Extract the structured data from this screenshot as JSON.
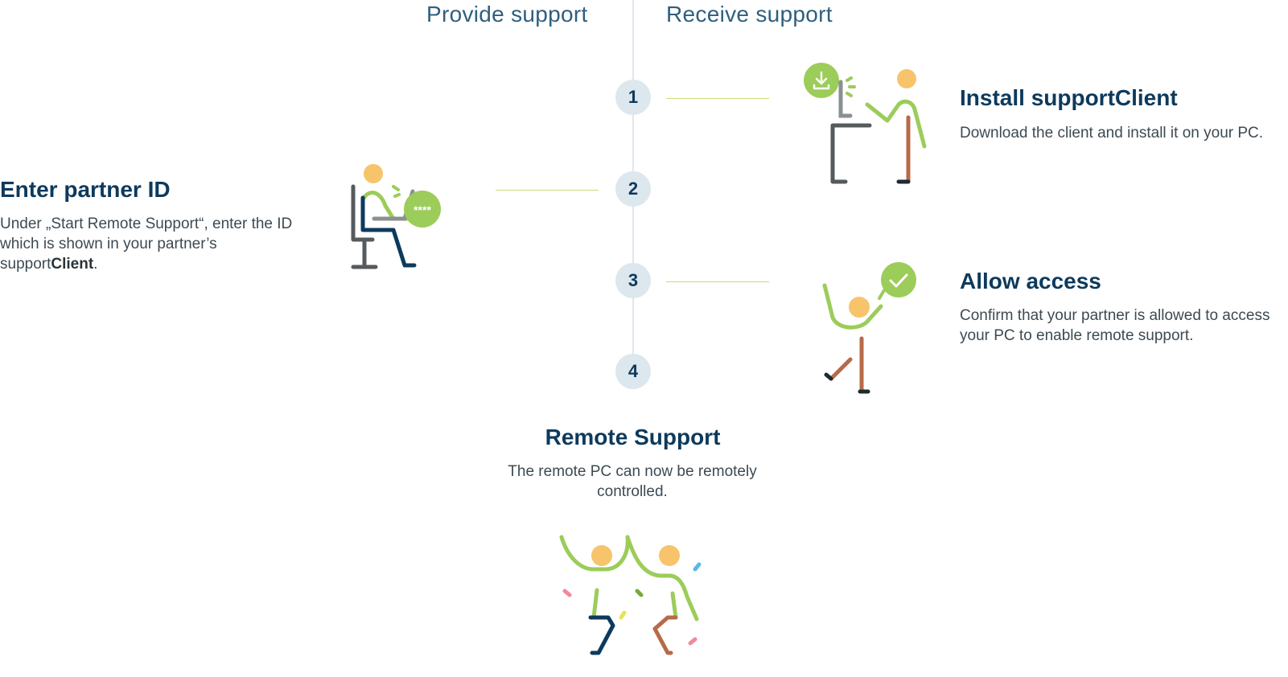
{
  "columns": {
    "provide": "Provide support",
    "receive": "Receive support"
  },
  "steps": [
    "1",
    "2",
    "3",
    "4"
  ],
  "install": {
    "title_prefix": "Install support",
    "title_bold": "Client",
    "description": "Download the client and install it on your PC."
  },
  "partner": {
    "title": "Enter partner ID",
    "desc_prefix": "Under „Start Remote Support“, enter the ID which is shown in your partner’s support",
    "desc_bold": "Client",
    "desc_suffix": ".",
    "password_mask": "****"
  },
  "allow": {
    "title": "Allow access",
    "description": "Confirm that your partner is allowed to access your PC to enable remote support."
  },
  "remote": {
    "title": "Remote Support",
    "description": "The remote PC can now be remotely controlled."
  },
  "colors": {
    "accent_green": "#9ccc5a",
    "navy": "#0d3a5c",
    "skin": "#f7c46c",
    "brown": "#b86a48",
    "gray": "#555a5c",
    "timeline": "#dde7ee"
  }
}
